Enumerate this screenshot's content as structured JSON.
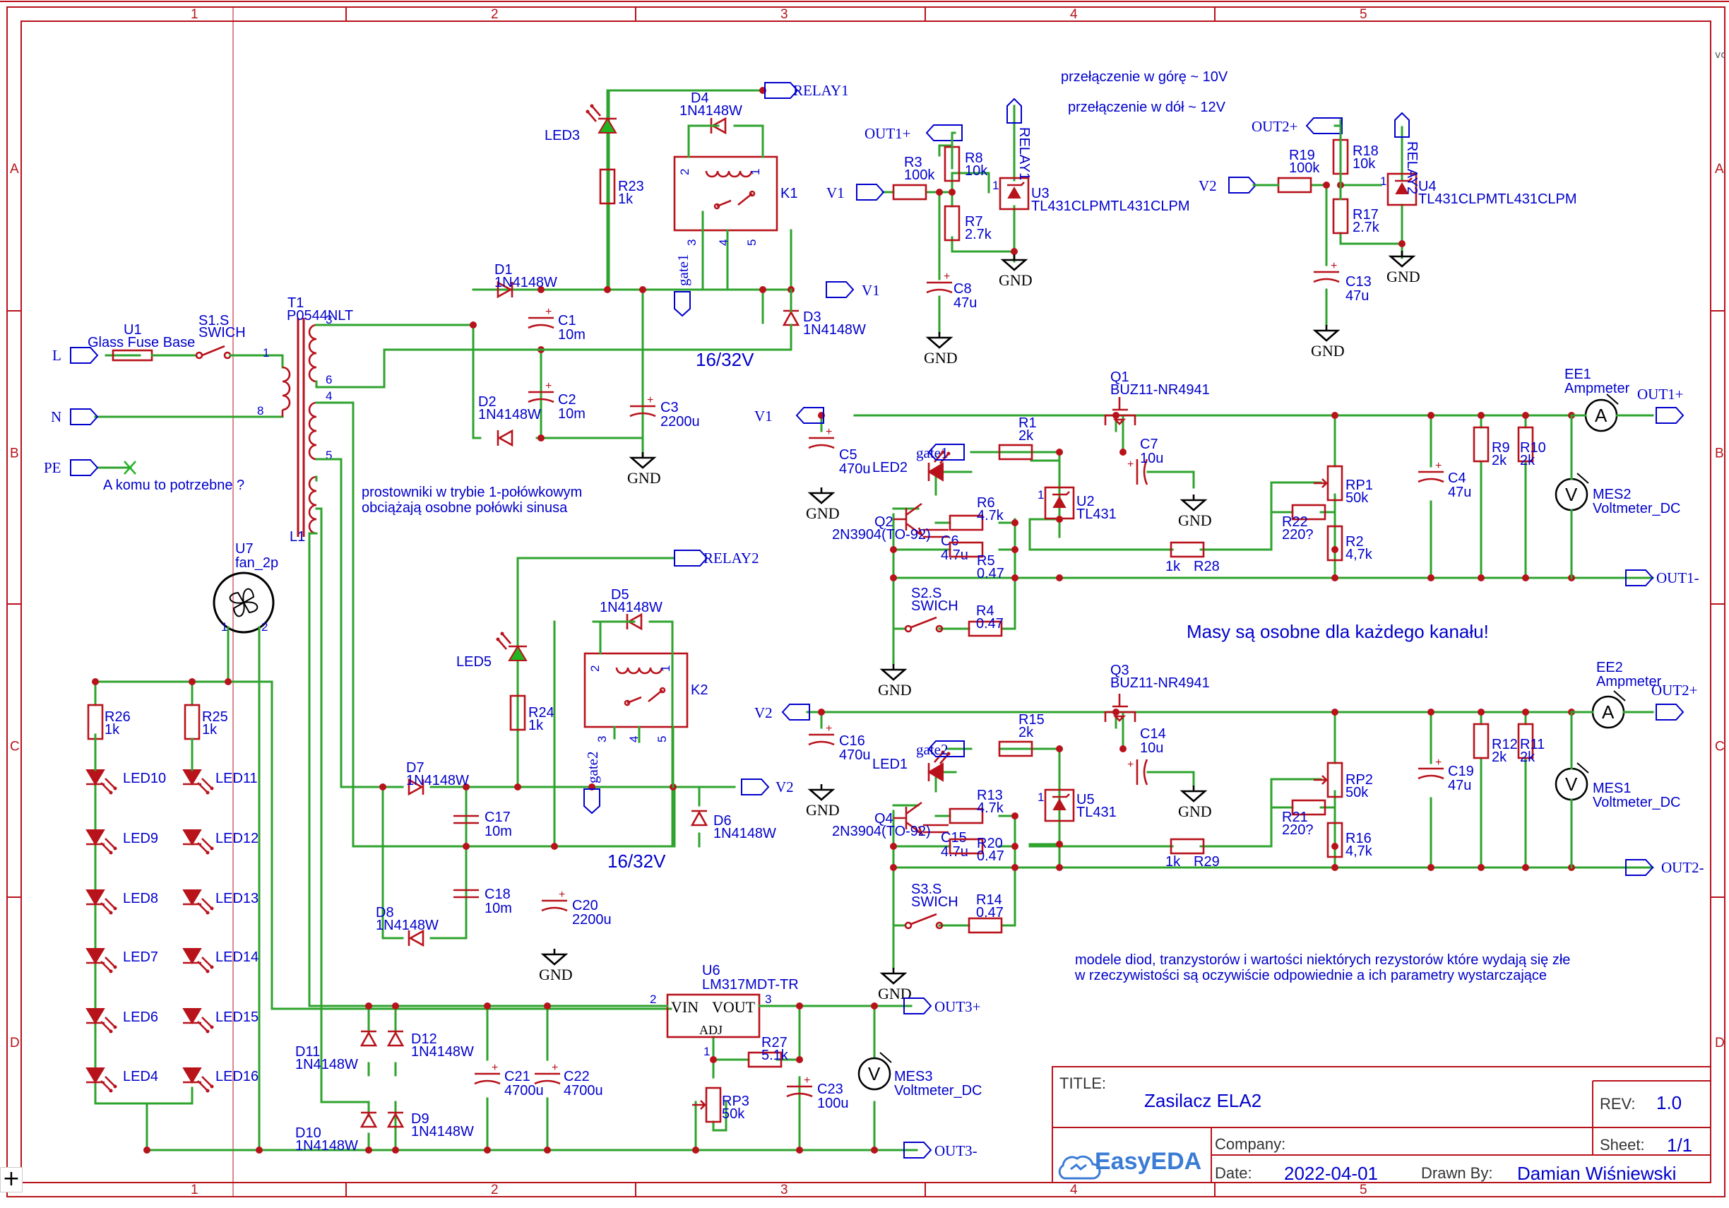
{
  "grid": {
    "columns": [
      "1",
      "2",
      "3",
      "4",
      "5"
    ],
    "rows": [
      "A",
      "B",
      "C",
      "D"
    ]
  },
  "nets": {
    "L": "L",
    "N": "N",
    "PE": "PE",
    "relay1": "RELAY1",
    "relay2": "RELAY2",
    "v1": "V1",
    "v2": "V2",
    "out1p": "OUT1+",
    "out1m": "OUT1-",
    "out2p": "OUT2+",
    "out2m": "OUT2-",
    "out3p": "OUT3+",
    "out3m": "OUT3-",
    "gate1": "gate1",
    "gate2": "gate2",
    "gnd": "GND"
  },
  "components": {
    "u1": {
      "ref": "U1",
      "val": "Glass Fuse Base"
    },
    "s1": {
      "ref": "S1.S",
      "val": "SWICH"
    },
    "t1": {
      "ref": "T1",
      "val": "P0544NLT"
    },
    "l1": {
      "ref": "L1"
    },
    "u7": {
      "ref": "U7",
      "val": "fan_2p"
    },
    "d1": {
      "ref": "D1",
      "val": "1N4148W"
    },
    "d2": {
      "ref": "D2",
      "val": "1N4148W"
    },
    "d3": {
      "ref": "D3",
      "val": "1N4148W"
    },
    "d4": {
      "ref": "D4",
      "val": "1N4148W"
    },
    "d5": {
      "ref": "D5",
      "val": "1N4148W"
    },
    "d6": {
      "ref": "D6",
      "val": "1N4148W"
    },
    "d7": {
      "ref": "D7",
      "val": "1N4148W"
    },
    "d8": {
      "ref": "D8",
      "val": "1N4148W"
    },
    "d9": {
      "ref": "D9",
      "val": "1N4148W"
    },
    "d10": {
      "ref": "D10",
      "val": "1N4148W"
    },
    "d11": {
      "ref": "D11",
      "val": "1N4148W"
    },
    "d12": {
      "ref": "D12",
      "val": "1N4148W"
    },
    "c1": {
      "ref": "C1",
      "val": "10m"
    },
    "c2": {
      "ref": "C2",
      "val": "10m"
    },
    "c3": {
      "ref": "C3",
      "val": "2200u"
    },
    "c4": {
      "ref": "C4",
      "val": "47u"
    },
    "c5": {
      "ref": "C5",
      "val": "470u"
    },
    "c6": {
      "ref": "C6",
      "val": "4.7u"
    },
    "c7": {
      "ref": "C7",
      "val": "10u"
    },
    "c8": {
      "ref": "C8",
      "val": "47u"
    },
    "c13": {
      "ref": "C13",
      "val": "47u"
    },
    "c14": {
      "ref": "C14",
      "val": "10u"
    },
    "c15": {
      "ref": "C15",
      "val": "4.7u"
    },
    "c16": {
      "ref": "C16",
      "val": "470u"
    },
    "c17": {
      "ref": "C17",
      "val": "10m"
    },
    "c18": {
      "ref": "C18",
      "val": "10m"
    },
    "c19": {
      "ref": "C19",
      "val": "47u"
    },
    "c20": {
      "ref": "C20",
      "val": "2200u"
    },
    "c21": {
      "ref": "C21",
      "val": "4700u"
    },
    "c22": {
      "ref": "C22",
      "val": "4700u"
    },
    "c23": {
      "ref": "C23",
      "val": "100u"
    },
    "r1": {
      "ref": "R1",
      "val": "2k"
    },
    "r2": {
      "ref": "R2",
      "val": "4,7k"
    },
    "r3": {
      "ref": "R3",
      "val": "100k"
    },
    "r4": {
      "ref": "R4",
      "val": "0.47"
    },
    "r5": {
      "ref": "R5",
      "val": "0.47"
    },
    "r6": {
      "ref": "R6",
      "val": "4.7k"
    },
    "r7": {
      "ref": "R7",
      "val": "2.7k"
    },
    "r8": {
      "ref": "R8",
      "val": "10k"
    },
    "r9": {
      "ref": "R9",
      "val": "2k"
    },
    "r10": {
      "ref": "R10",
      "val": "2k"
    },
    "r11": {
      "ref": "R11",
      "val": "2k"
    },
    "r12": {
      "ref": "R12",
      "val": "2k"
    },
    "r13": {
      "ref": "R13",
      "val": "4.7k"
    },
    "r14": {
      "ref": "R14",
      "val": "0.47"
    },
    "r15": {
      "ref": "R15",
      "val": "2k"
    },
    "r16": {
      "ref": "R16",
      "val": "4,7k"
    },
    "r17": {
      "ref": "R17",
      "val": "2.7k"
    },
    "r18": {
      "ref": "R18",
      "val": "10k"
    },
    "r19": {
      "ref": "R19",
      "val": "100k"
    },
    "r20": {
      "ref": "R20",
      "val": "0.47"
    },
    "r21": {
      "ref": "R21",
      "val": "220?"
    },
    "r22": {
      "ref": "R22",
      "val": "220?"
    },
    "r23": {
      "ref": "R23",
      "val": "1k"
    },
    "r24": {
      "ref": "R24",
      "val": "1k"
    },
    "r25": {
      "ref": "R25",
      "val": "1k"
    },
    "r26": {
      "ref": "R26",
      "val": "1k"
    },
    "r27": {
      "ref": "R27",
      "val": "5.1k"
    },
    "r28": {
      "ref": "R28",
      "val": "1k"
    },
    "r29": {
      "ref": "R29",
      "val": "1k"
    },
    "rp1": {
      "ref": "RP1",
      "val": "50k"
    },
    "rp2": {
      "ref": "RP2",
      "val": "50k"
    },
    "rp3": {
      "ref": "RP3",
      "val": "50k"
    },
    "q1": {
      "ref": "Q1",
      "val": "BUZ11-NR4941"
    },
    "q2": {
      "ref": "Q2",
      "val": "2N3904(TO-92)"
    },
    "q3": {
      "ref": "Q3",
      "val": "BUZ11-NR4941"
    },
    "q4": {
      "ref": "Q4",
      "val": "2N3904(TO-92)"
    },
    "u2": {
      "ref": "U2",
      "val": "TL431"
    },
    "u3": {
      "ref": "U3",
      "val": "TL431CLPMTL431CLPM"
    },
    "u4": {
      "ref": "U4",
      "val": "TL431CLPMTL431CLPM"
    },
    "u5": {
      "ref": "U5",
      "val": "TL431"
    },
    "u6": {
      "ref": "U6",
      "val": "LM317MDT-TR",
      "vin": "VIN",
      "vout": "VOUT",
      "adj": "ADJ"
    },
    "k1": {
      "ref": "K1"
    },
    "k2": {
      "ref": "K2"
    },
    "s2": {
      "ref": "S2.S",
      "val": "SWICH"
    },
    "s3": {
      "ref": "S3.S",
      "val": "SWICH"
    },
    "ee1": {
      "ref": "EE1",
      "val": "Ampmeter"
    },
    "ee2": {
      "ref": "EE2",
      "val": "Ampmeter"
    },
    "mes1": {
      "ref": "MES1",
      "val": "Voltmeter_DC"
    },
    "mes2": {
      "ref": "MES2",
      "val": "Voltmeter_DC"
    },
    "mes3": {
      "ref": "MES3",
      "val": "Voltmeter_DC"
    },
    "leds": {
      "led1": "LED1",
      "led2": "LED2",
      "led3": "LED3",
      "led4": "LED4",
      "led5": "LED5",
      "led6": "LED6",
      "led7": "LED7",
      "led8": "LED8",
      "led9": "LED9",
      "led10": "LED10",
      "led11": "LED11",
      "led12": "LED12",
      "led13": "LED13",
      "led14": "LED14",
      "led15": "LED15",
      "led16": "LED16"
    }
  },
  "notes": {
    "pe": "A komu to potrzebne ?",
    "rect1": "prostowniki w trybie 1-połówkowym",
    "rect2": "obciążają osobne połówki sinusa",
    "v1632a": "16/32V",
    "v1632b": "16/32V",
    "up": "przełączenie w górę ~ 10V",
    "down": "przełączenie w dół ~ 12V",
    "masy": "Masy są osobne dla każdego kanału!",
    "models1": "modele diod, tranzystorów i wartości niektórych rezystorów które wydają się złe",
    "models2": "w rzeczywistości są oczywiście odpowiednie a ich parametry wystarczające"
  },
  "titleblock": {
    "title_label": "TITLE:",
    "title": "Zasilacz ELA2",
    "rev_label": "REV:",
    "rev": "1.0",
    "company_label": "Company:",
    "sheet_label": "Sheet:",
    "sheet": "1/1",
    "date_label": "Date:",
    "date": "2022-04-01",
    "drawn_label": "Drawn By:",
    "drawn": "Damian Wiśniewski",
    "logo": "EasyEDA"
  },
  "ui": {
    "add_button": "+",
    "side_text": "vc"
  },
  "icons": {
    "fan": "fan-icon",
    "logo": "easyeda-logo-icon",
    "ammeter": "ammeter-icon",
    "voltmeter": "voltmeter-icon"
  }
}
